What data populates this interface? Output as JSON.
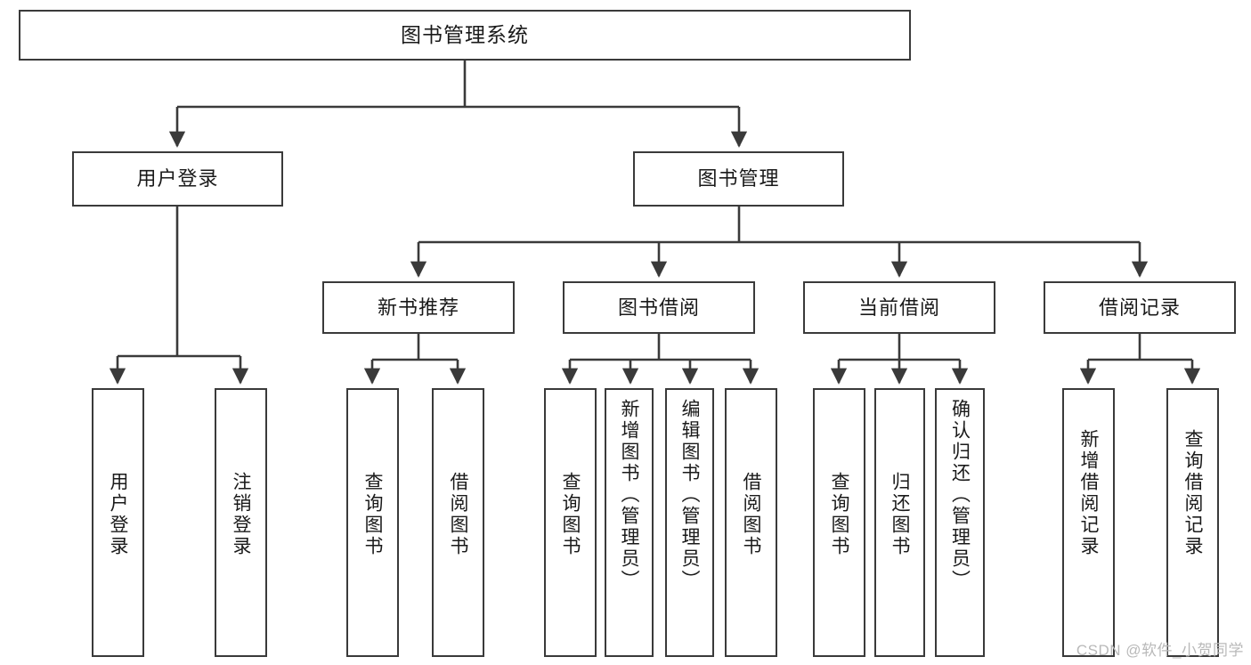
{
  "diagram": {
    "title_text": "图书管理系统",
    "type": "功能结构图",
    "line_color": "#3a3a3a",
    "box_fill": "#ffffff",
    "text_color": "#1a1a1a",
    "root": {
      "label": "图书管理系统"
    },
    "level1": [
      {
        "label": "用户登录"
      },
      {
        "label": "图书管理"
      }
    ],
    "level2": [
      {
        "label": "新书推荐"
      },
      {
        "label": "图书借阅"
      },
      {
        "label": "当前借阅"
      },
      {
        "label": "借阅记录"
      }
    ],
    "leaves": {
      "user_login": [
        {
          "label": "用户登录"
        },
        {
          "label": "注销登录"
        }
      ],
      "new_book_recommend": [
        {
          "label": "查询图书"
        },
        {
          "label": "借阅图书"
        }
      ],
      "book_borrow": [
        {
          "label": "查询图书"
        },
        {
          "label": "新增图书（管理员）"
        },
        {
          "label": "编辑图书（管理员）"
        },
        {
          "label": "借阅图书"
        }
      ],
      "current_borrow": [
        {
          "label": "查询图书"
        },
        {
          "label": "归还图书"
        },
        {
          "label": "确认归还（管理员）"
        }
      ],
      "borrow_records": [
        {
          "label": "新增借阅记录"
        },
        {
          "label": "查询借阅记录"
        }
      ]
    }
  },
  "watermark": {
    "text": "CSDN @软件_小贺同学"
  }
}
